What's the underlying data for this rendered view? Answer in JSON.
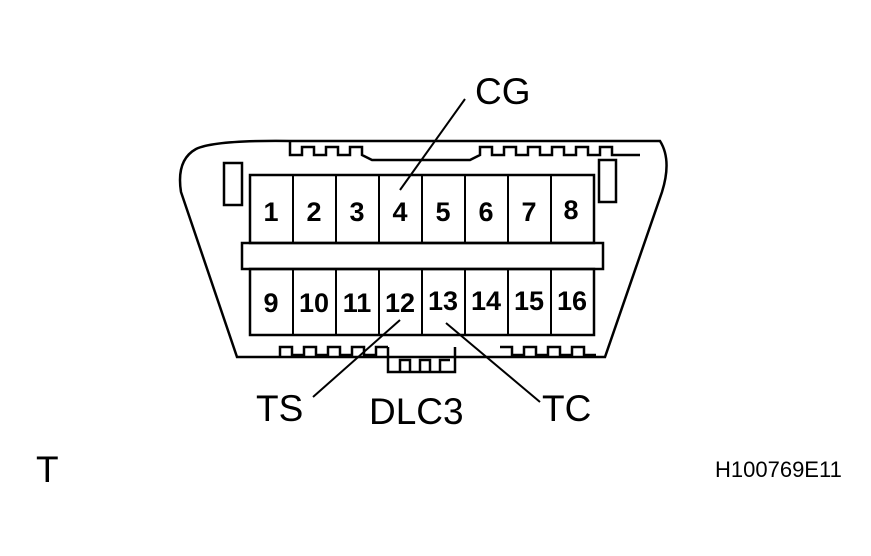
{
  "connector": {
    "name": "DLC3",
    "top_row_pins": [
      "1",
      "2",
      "3",
      "4",
      "5",
      "6",
      "7",
      "8"
    ],
    "bottom_row_pins": [
      "9",
      "10",
      "11",
      "12",
      "13",
      "14",
      "15",
      "16"
    ]
  },
  "callouts": {
    "cg": "CG",
    "ts": "TS",
    "tc": "TC"
  },
  "footer": {
    "corner_letter": "T",
    "figure_code": "H100769E11"
  }
}
